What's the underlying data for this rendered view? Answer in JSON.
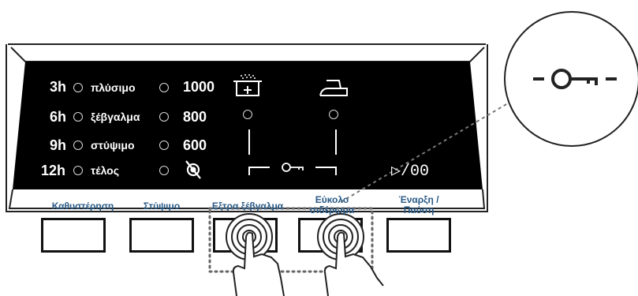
{
  "delay_options": [
    {
      "hours": "3h",
      "status": "πλύσιμο"
    },
    {
      "hours": "6h",
      "status": "ξέβγαλμα"
    },
    {
      "hours": "9h",
      "status": "στύψιμο"
    },
    {
      "hours": "12h",
      "status": "τέλος"
    }
  ],
  "spin_speeds": [
    "1000",
    "800",
    "600"
  ],
  "display_symbol": "▷/00",
  "buttons": [
    {
      "label": "Καθυστέρηση"
    },
    {
      "label": "Στύψιμο"
    },
    {
      "label": "Εξτρα ξέβγαλμα"
    },
    {
      "label": "Εύκολο σιδέρωμα"
    },
    {
      "label": "Έναρξη / Παύση"
    }
  ],
  "icons": [
    "extra-rinse-icon",
    "easy-iron-icon",
    "no-spin-icon",
    "child-lock-key-icon",
    "touch-hand-icon"
  ],
  "colors": {
    "panel": "#000000",
    "text": "#ffffff",
    "button_label": "#2a5a86",
    "callout_dots": "#777777"
  }
}
